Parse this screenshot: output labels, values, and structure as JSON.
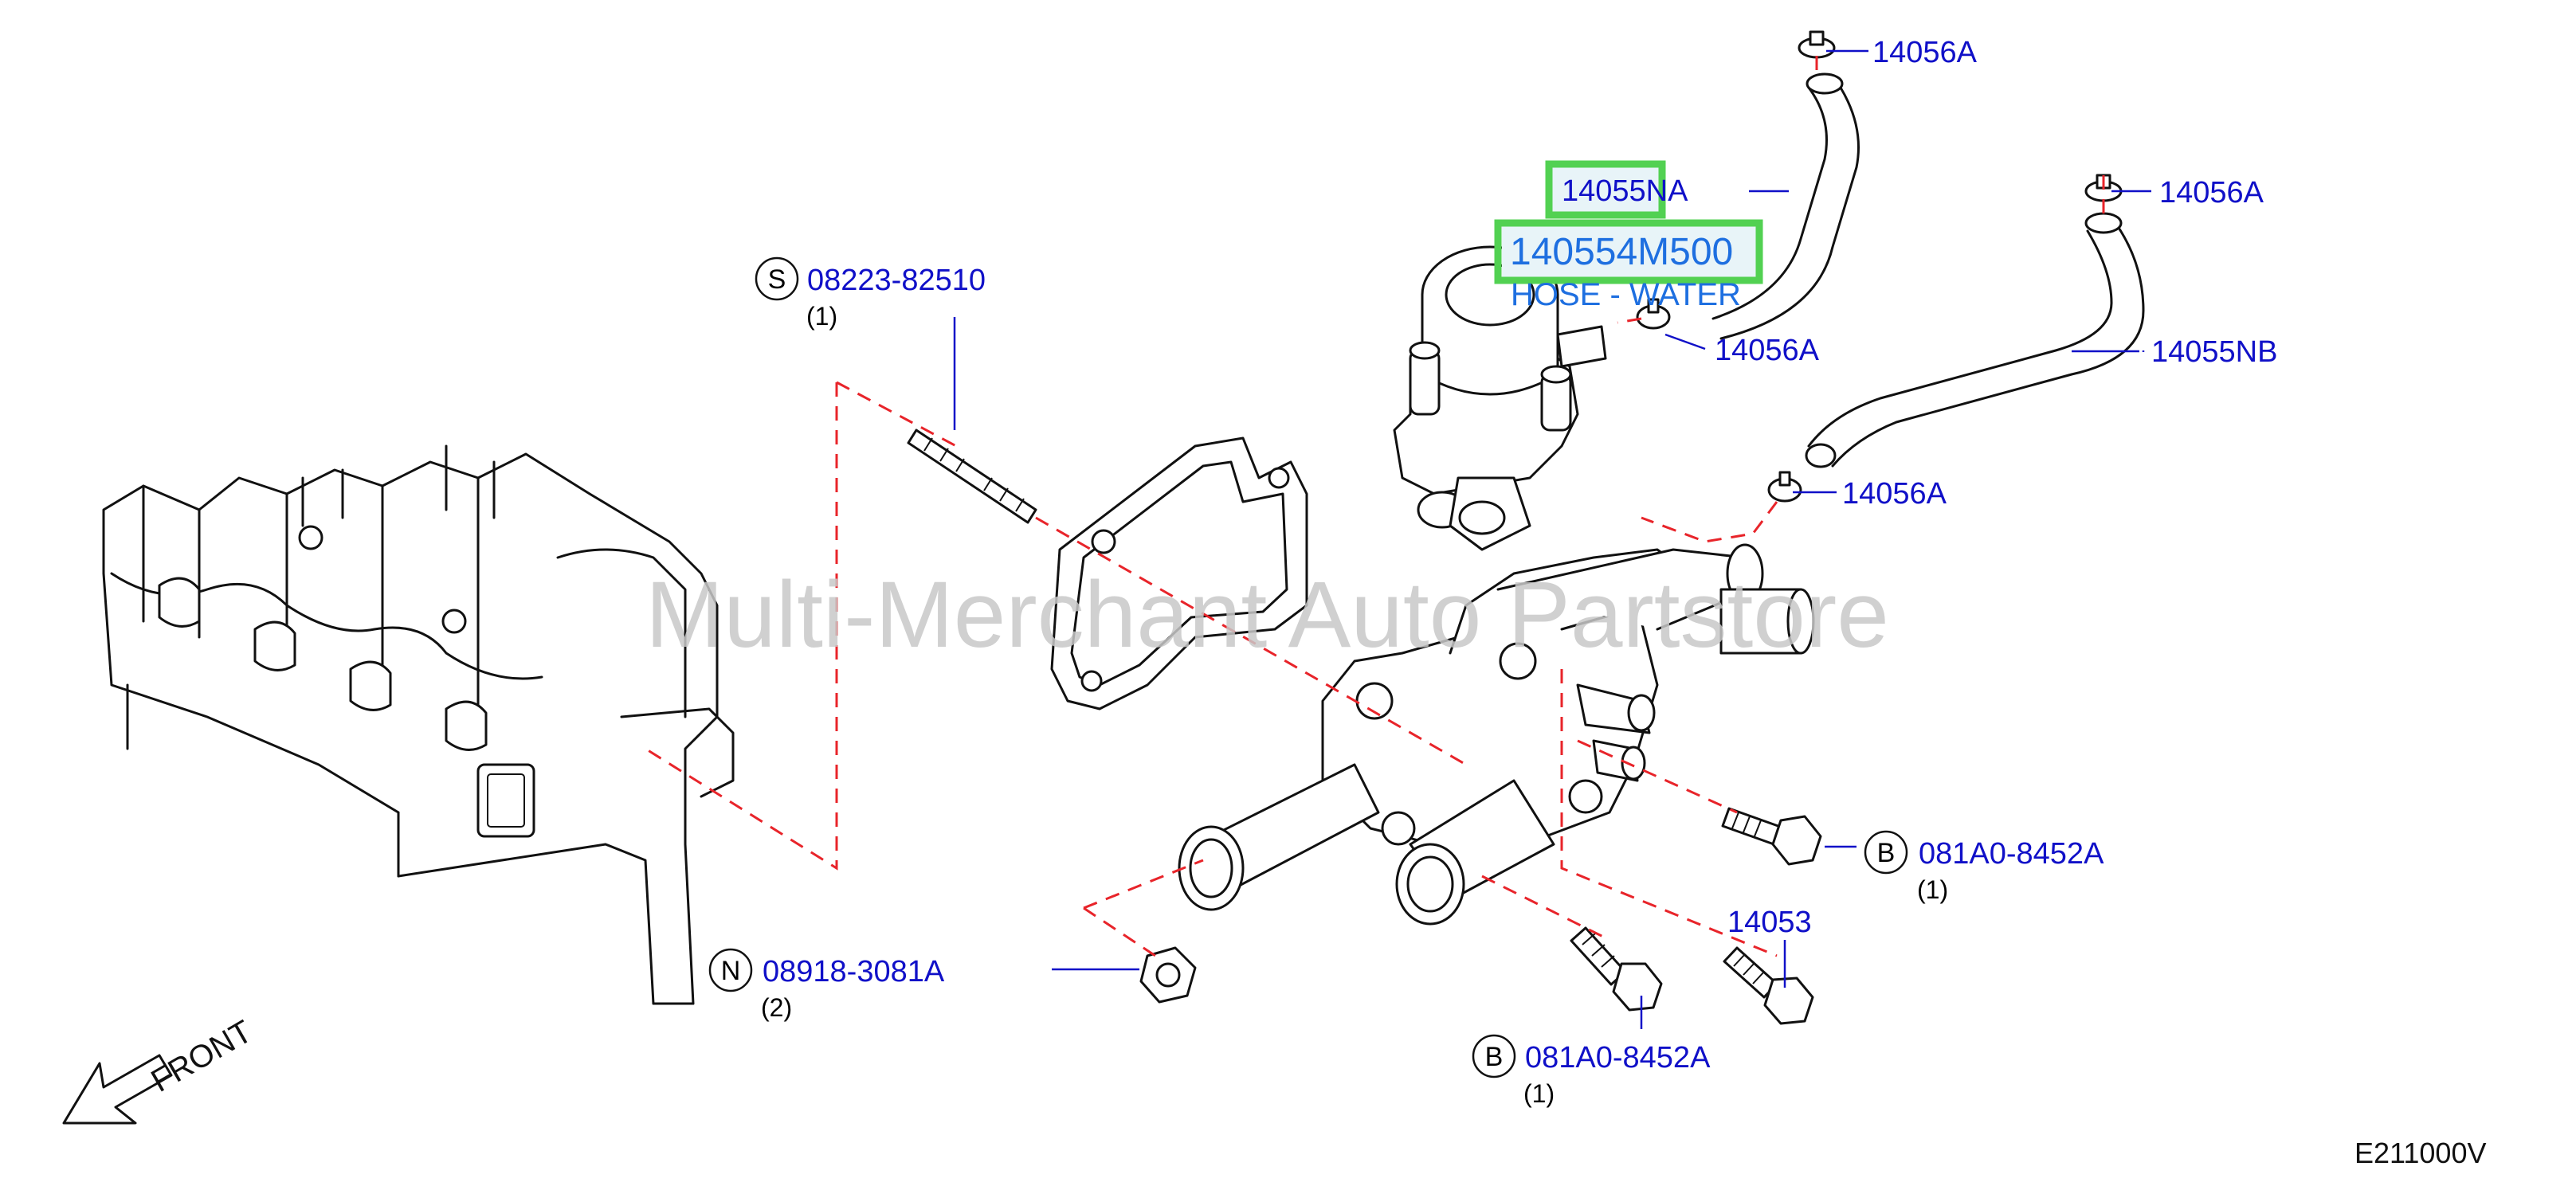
{
  "diagram": {
    "watermark": "Multi-Merchant Auto Partstore",
    "ref_code": "E211000V",
    "front_label": "FRONT",
    "highlighted": {
      "part_number": "140554M500",
      "description": "HOSE - WATER",
      "highlight_color": "#52d152",
      "text_color": "#1e6fe0"
    },
    "callouts": {
      "c14055na": "14055NA",
      "c14056a_top": "14056A",
      "c14056a_right": "14056A",
      "c14056a_mid": "14056A",
      "c14055nb": "14055NB",
      "c14056a_low": "14056A",
      "c14053": "14053"
    },
    "badged": {
      "stud": {
        "letter": "S",
        "part": "08223-82510",
        "qty": "(1)"
      },
      "nut": {
        "letter": "N",
        "part": "08918-3081A",
        "qty": "(2)"
      },
      "bolt_right": {
        "letter": "B",
        "part": "081A0-8452A",
        "qty": "(1)"
      },
      "bolt_bottom": {
        "letter": "B",
        "part": "081A0-8452A",
        "qty": "(1)"
      }
    },
    "colors": {
      "callout_blue": "#1010c8",
      "dashed_red": "#e8242a",
      "outline": "#111111",
      "watermark_gray": "#c8c8c8"
    }
  }
}
